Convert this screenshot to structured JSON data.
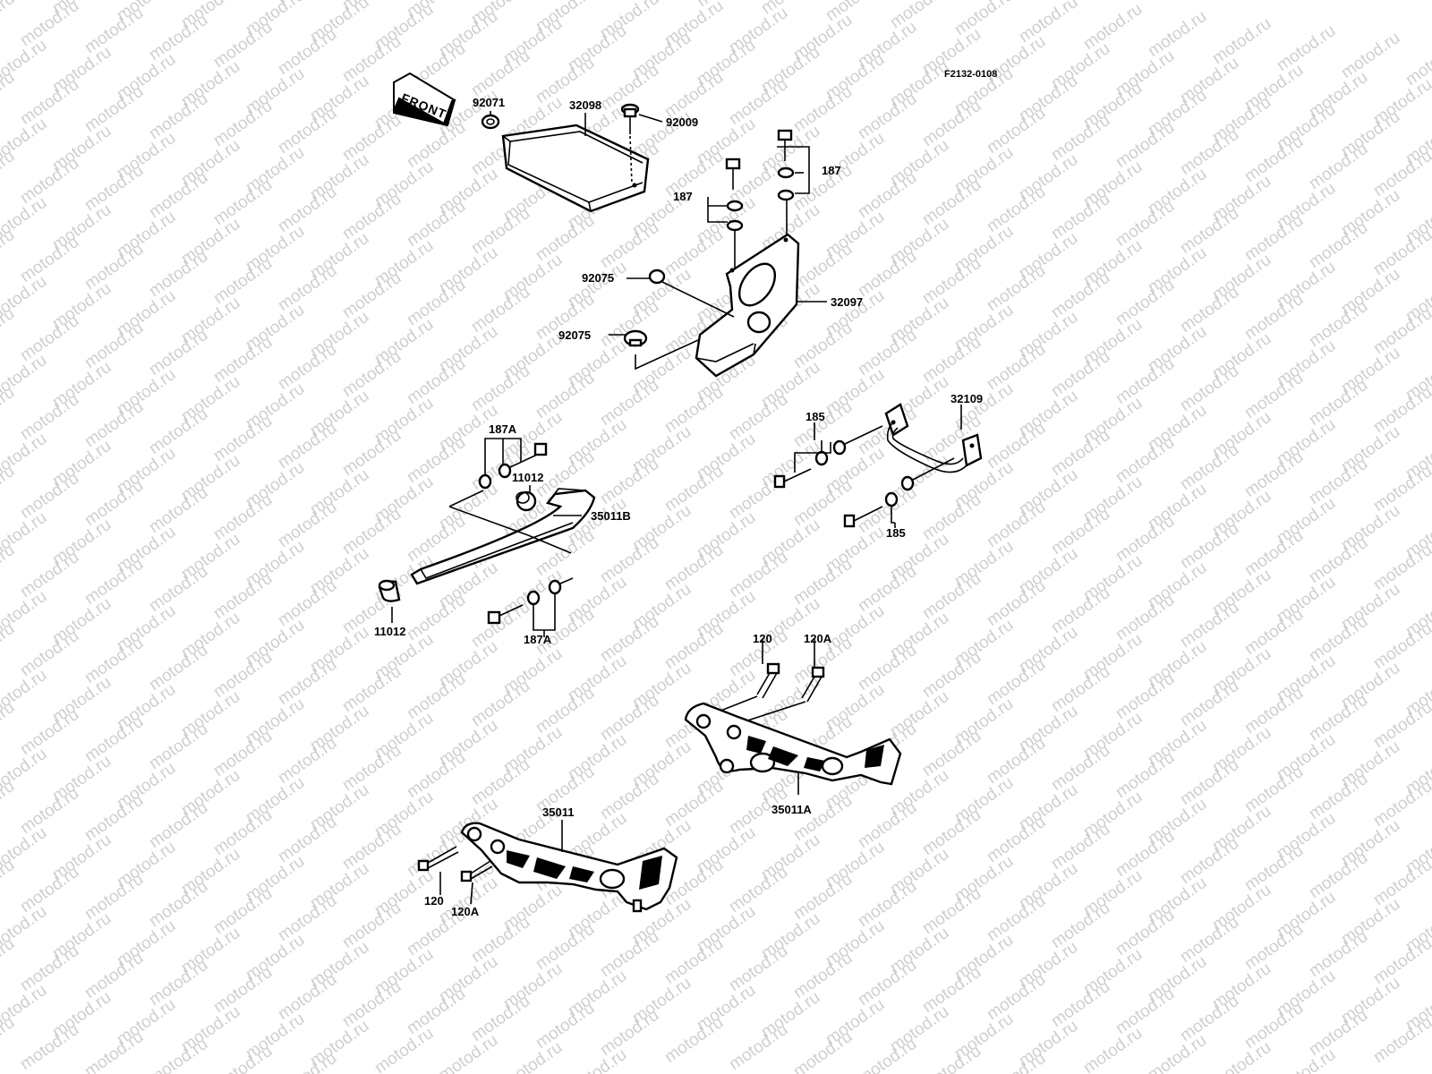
{
  "diagram_code": "F2132-0108",
  "front_label": "FRONT",
  "watermark_text": "motod.ru",
  "callouts": {
    "c92071": "92071",
    "c32098": "32098",
    "c92009": "92009",
    "c187a": "187",
    "c187b": "187",
    "c92075a": "92075",
    "c92075b": "92075",
    "c32097": "32097",
    "c32109": "32109",
    "c185a": "185",
    "c185b": "185",
    "c187A_top": "187A",
    "c11012_top": "11012",
    "c35011B": "35011B",
    "c11012_bot": "11012",
    "c187A_bot": "187A",
    "c120_top": "120",
    "c120A_top": "120A",
    "c35011A": "35011A",
    "c35011": "35011",
    "c120_bot": "120",
    "c120A_bot": "120A"
  }
}
